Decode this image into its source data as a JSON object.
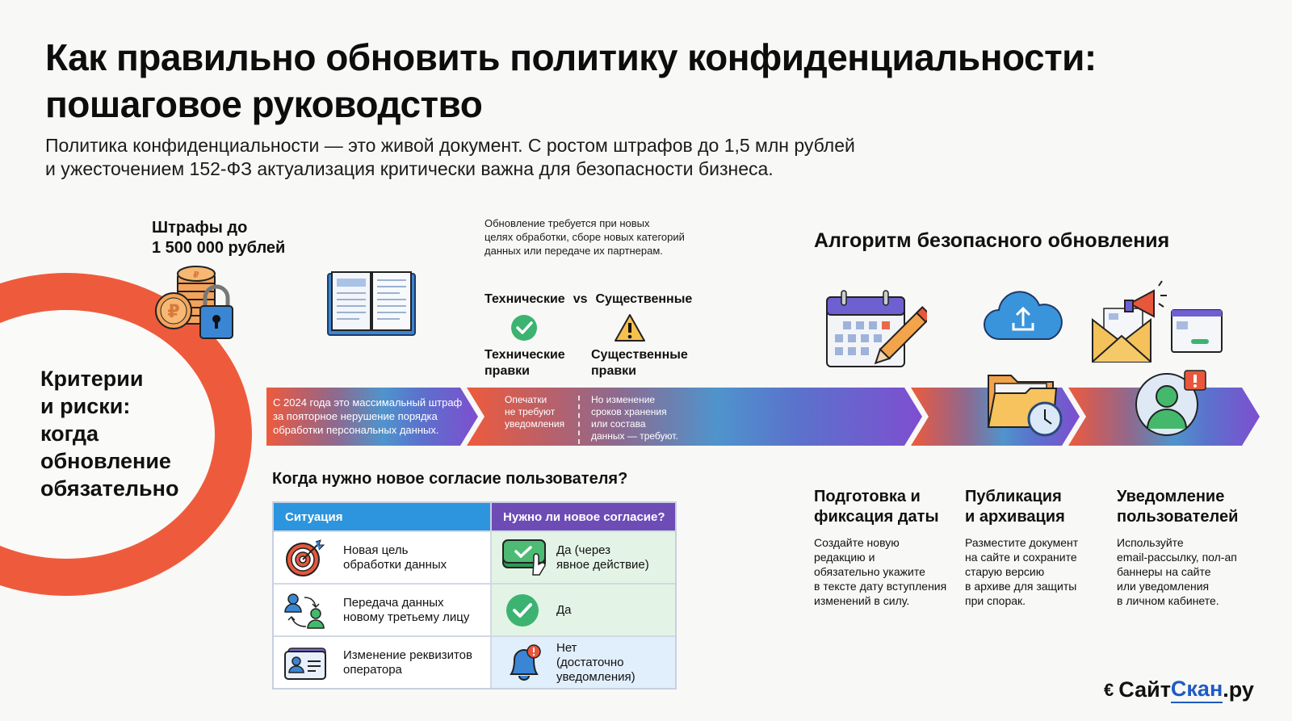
{
  "header": {
    "title_line1": "Как правильно обновить политику конфиденциальности:",
    "title_line2": "пошаговое руководство",
    "subtitle_line1": "Политика конфиденциальности — это живой документ. С ростом штрафов до 1,5 млн рублей",
    "subtitle_line2": "и ужесточением 152-ФЗ актуализация критически важна для безопасности бизнеса."
  },
  "criteria": {
    "ring_lines": [
      "Критерии",
      "и риски:",
      "когда",
      "обновление",
      "обязательно"
    ],
    "fines_line1": "Штрафы до",
    "fines_line2": "1 500 000 рублей",
    "icons": [
      "ruble-coins-icon",
      "padlock-icon",
      "open-book-icon"
    ]
  },
  "update_note": {
    "line1": "Обновление требуется при новых",
    "line2": "целях обработки, сборе новых категорий",
    "line3": "данных или передаче их партнерам."
  },
  "comparison": {
    "left_heading": "Технические",
    "vs": "vs",
    "right_heading": "Существенные",
    "left_label_1": "Технические",
    "left_label_2": "правки",
    "right_label_1": "Существенные",
    "right_label_2": "правки",
    "left_icon": "check-circle-icon",
    "right_icon": "warning-triangle-icon"
  },
  "band": {
    "fine_text": [
      "С 2024 года это массимальный штраф",
      "за пояторное нерушение порядка",
      "обработки персональных данных."
    ],
    "tech_text": [
      "Опечатки",
      "не требуют",
      "уведомления"
    ],
    "sig_text": [
      "Но изменение",
      "сроков хранения",
      "или состава",
      "данных — требуют."
    ],
    "colors": {
      "start": "#ee5b3c",
      "mid": "#8a6a8f",
      "blue": "#4d8fd0",
      "end": "#7f4fcf"
    }
  },
  "consent": {
    "title": "Когда нужно новое согласие пользователя?",
    "headers": [
      "Ситуация",
      "Нужно ли новое согласие?"
    ],
    "rows": [
      {
        "situation": [
          "Новая цель",
          "обработки данных"
        ],
        "situation_icon": "target-icon",
        "answer": [
          "Да (через",
          "явное действие)"
        ],
        "answer_icon": "click-confirm-button-icon"
      },
      {
        "situation": [
          "Передача данных",
          "новому третьему лицу"
        ],
        "situation_icon": "users-transfer-icon",
        "answer": [
          "Да"
        ],
        "answer_icon": "check-circle-icon"
      },
      {
        "situation": [
          "Изменение реквизитов",
          "оператора"
        ],
        "situation_icon": "id-card-icon",
        "answer": [
          "Нет",
          "(достаточно",
          "уведомления)"
        ],
        "answer_icon": "bell-alert-icon"
      }
    ]
  },
  "algorithm": {
    "title": "Алгоритм безопасного обновления",
    "steps": [
      {
        "title_1": "Подготовка и",
        "title_2": "фиксация даты",
        "desc": [
          "Создайте новую",
          "редакцию и",
          "обязательно укажите",
          "в тексте дату вступления",
          "изменений в силу."
        ],
        "icon": "calendar-pencil-icon"
      },
      {
        "title_1": "Публикация",
        "title_2": "и архивация",
        "desc": [
          "Разместите документ",
          "на сайте и сохраните",
          "старую версию",
          "в архиве для защиты",
          "при спорак."
        ],
        "icon": "cloud-upload-folder-clock-icon"
      },
      {
        "title_1": "Уведомление",
        "title_2": "пользователей",
        "desc": [
          "Используйте",
          "email-рассылку, пол-ап",
          "баннеры на сайте",
          "или уведомления",
          "в личном кабинете."
        ],
        "icon": "envelope-megaphone-user-alert-icon"
      }
    ]
  },
  "logo": {
    "part1": "Сайт",
    "part2": "Скан",
    "part3": ".ру",
    "mark": "€"
  }
}
